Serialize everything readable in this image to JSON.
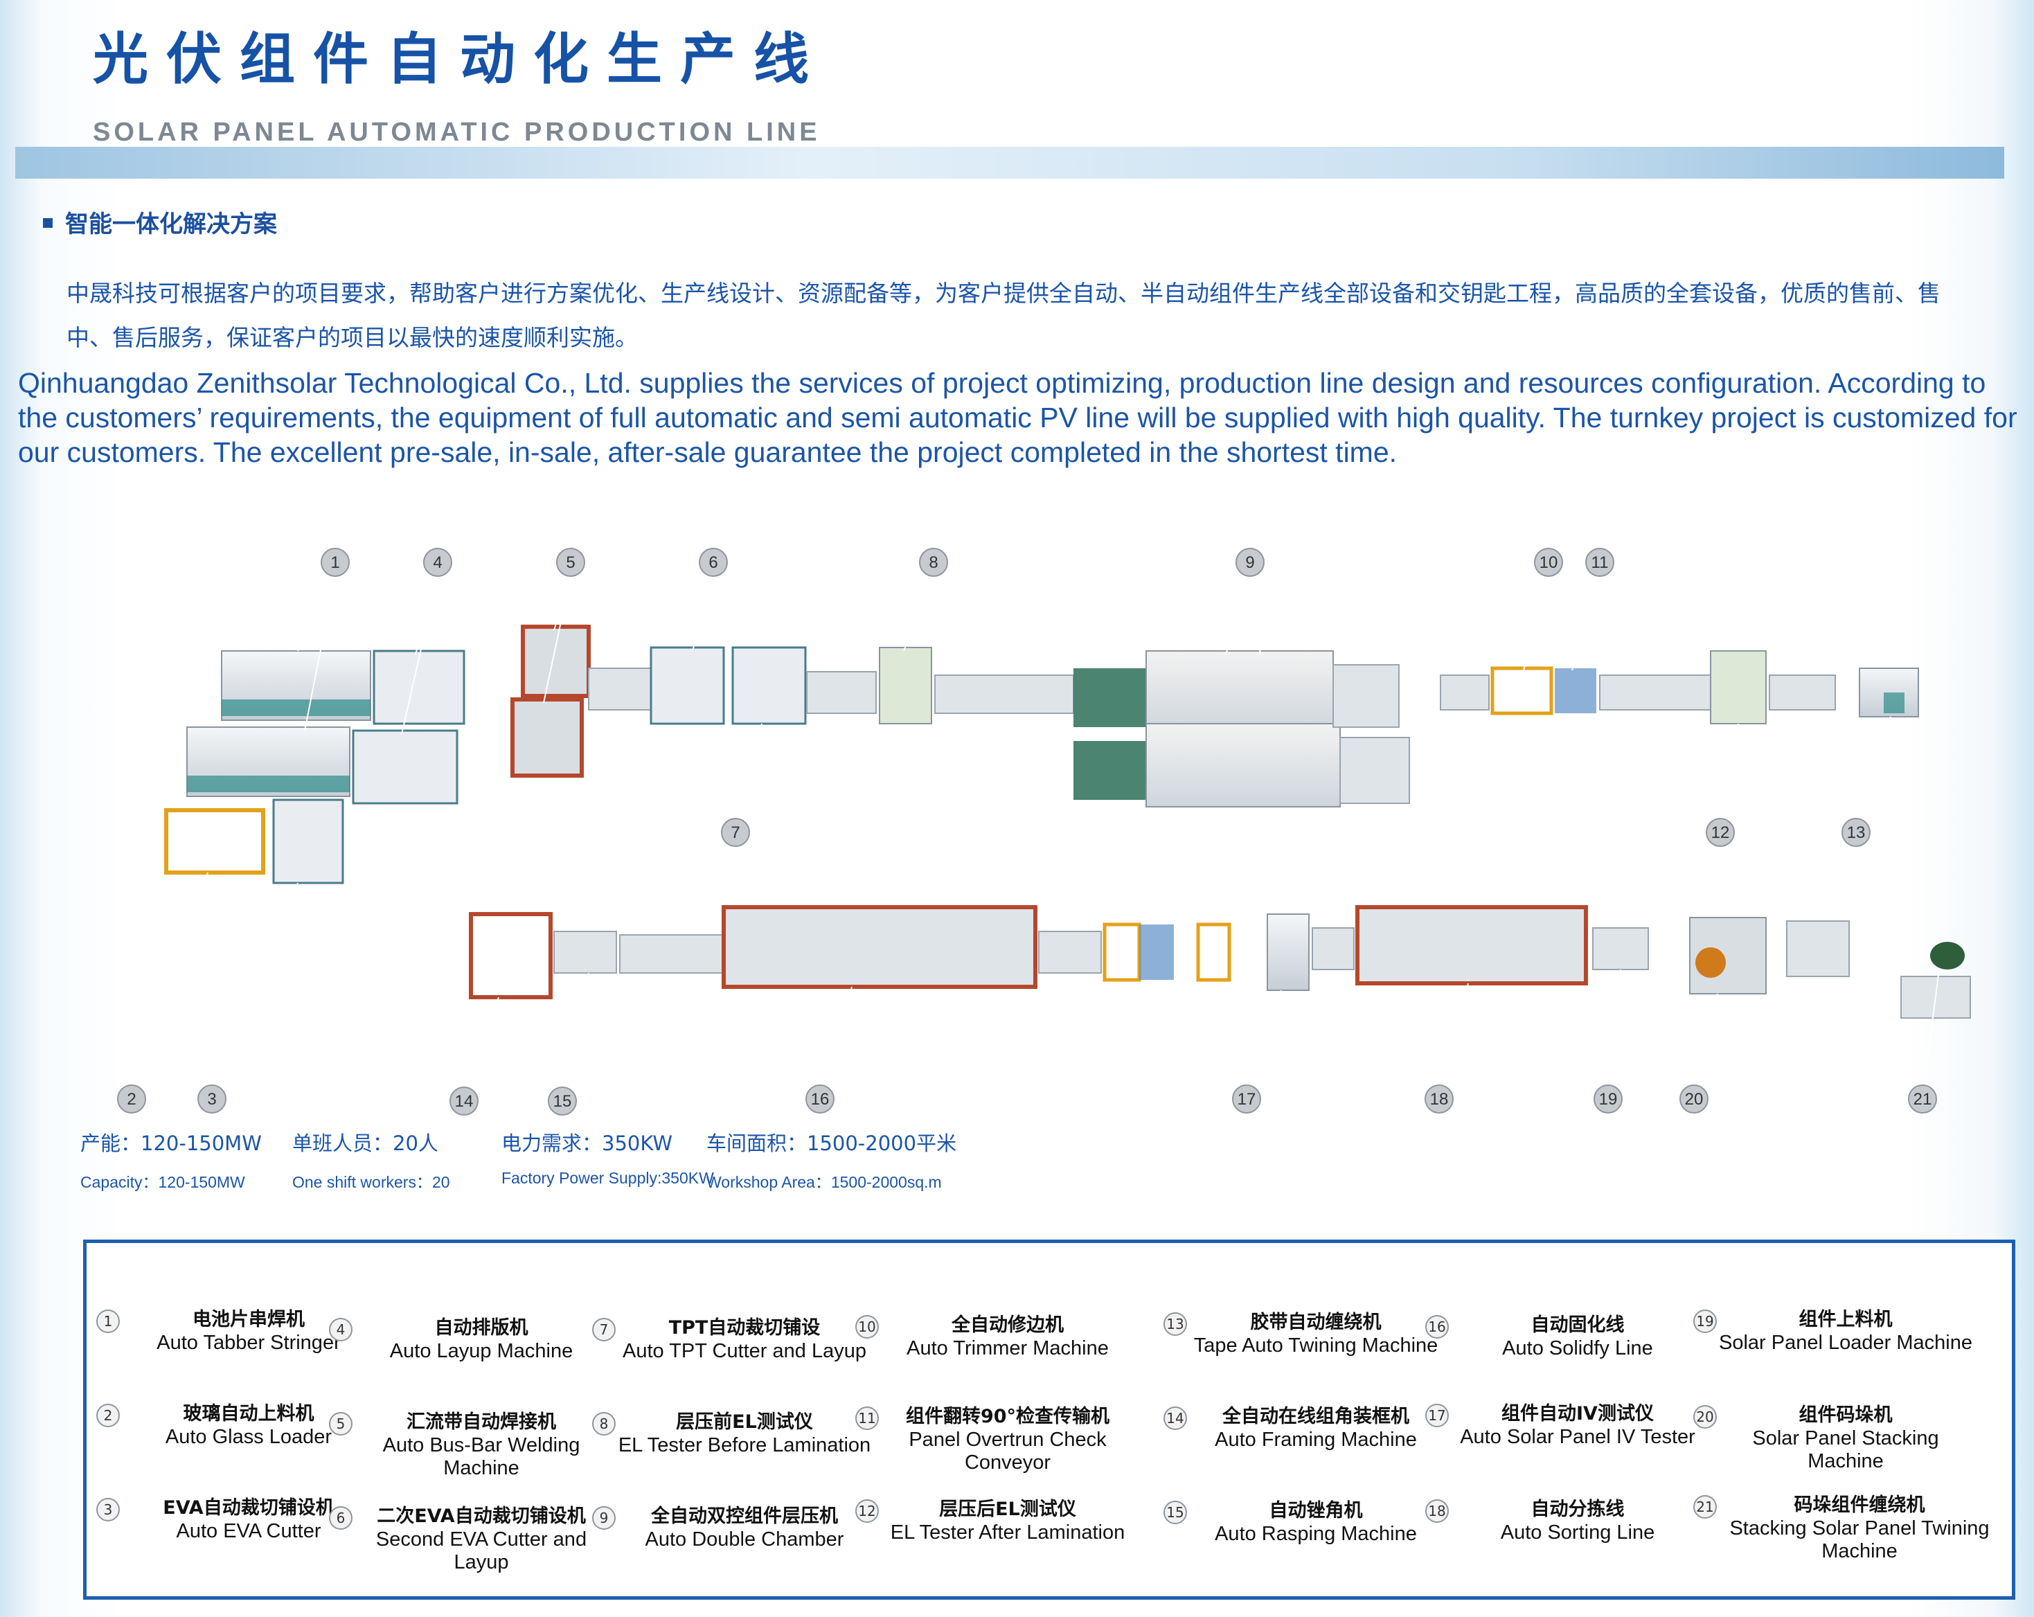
{
  "header": {
    "title_cn": "光伏组件自动化生产线",
    "title_en": "SOLAR PANEL AUTOMATIC PRODUCTION LINE"
  },
  "section": {
    "heading": "智能一体化解决方案",
    "paragraph_cn": "中晟科技可根据客户的项目要求，帮助客户进行方案优化、生产线设计、资源配备等，为客户提供全自动、半自动组件生产线全部设备和交钥匙工程，高品质的全套设备，优质的售前、售中、售后服务，保证客户的项目以最快的速度顺利实施。",
    "paragraph_en": "Qinhuangdao Zenithsolar Technological Co., Ltd. supplies the services of project optimizing, production line design and resources configuration. According to the customers’ requirements, the equipment of full automatic and semi automatic PV line will be supplied with high quality. The turnkey project is customized for our customers. The excellent pre-sale, in-sale, after-sale guarantee the project completed in the shortest time."
  },
  "diagram": {
    "callouts_top": [
      "1",
      "4",
      "5",
      "6",
      "8",
      "9",
      "10",
      "11"
    ],
    "callouts_mid": [
      "7",
      "12",
      "13"
    ],
    "callouts_bottom": [
      "2",
      "3",
      "14",
      "15",
      "16",
      "17",
      "18",
      "19",
      "20",
      "21"
    ]
  },
  "specs": [
    {
      "cn": "产能：120-150MW",
      "en": "Capacity：120-150MW"
    },
    {
      "cn": "单班人员：20人",
      "en": "One shift workers：20"
    },
    {
      "cn": "电力需求：350KW",
      "en": "Factory Power Supply:350KW"
    },
    {
      "cn": "车间面积：1500-2000平米",
      "en": "Workshop Area：1500-2000sq.m"
    }
  ],
  "legend": [
    {
      "num": "1",
      "cn": "电池片串焊机",
      "en": "Auto Tabber Stringer"
    },
    {
      "num": "2",
      "cn": "玻璃自动上料机",
      "en": "Auto Glass Loader"
    },
    {
      "num": "3",
      "cn": "EVA自动裁切铺设机",
      "en": "Auto EVA Cutter"
    },
    {
      "num": "4",
      "cn": "自动排版机",
      "en": "Auto Layup Machine"
    },
    {
      "num": "5",
      "cn": "汇流带自动焊接机",
      "en": "Auto Bus-Bar Welding Machine"
    },
    {
      "num": "6",
      "cn": "二次EVA自动裁切铺设机",
      "en": "Second EVA Cutter and Layup"
    },
    {
      "num": "7",
      "cn": "TPT自动裁切铺设",
      "en": "Auto TPT Cutter and Layup"
    },
    {
      "num": "8",
      "cn": "层压前EL测试仪",
      "en": "EL Tester Before Lamination"
    },
    {
      "num": "9",
      "cn": "全自动双控组件层压机",
      "en": "Auto Double Chamber"
    },
    {
      "num": "10",
      "cn": "全自动修边机",
      "en": "Auto Trimmer Machine"
    },
    {
      "num": "11",
      "cn": "组件翻转90°检查传输机",
      "en": "Panel Overtrun Check Conveyor"
    },
    {
      "num": "12",
      "cn": "层压后EL测试仪",
      "en": "EL Tester After Lamination"
    },
    {
      "num": "13",
      "cn": "胶带自动缠绕机",
      "en": "Tape Auto Twining Machine"
    },
    {
      "num": "14",
      "cn": "全自动在线组角装框机",
      "en": "Auto Framing Machine"
    },
    {
      "num": "15",
      "cn": "自动锉角机",
      "en": "Auto Rasping Machine"
    },
    {
      "num": "16",
      "cn": "自动固化线",
      "en": "Auto Solidfy Line"
    },
    {
      "num": "17",
      "cn": "组件自动IV测试仪",
      "en": "Auto Solar Panel IV Tester"
    },
    {
      "num": "18",
      "cn": "自动分拣线",
      "en": "Auto Sorting Line"
    },
    {
      "num": "19",
      "cn": "组件上料机",
      "en": "Solar Panel Loader Machine"
    },
    {
      "num": "20",
      "cn": "组件码垛机",
      "en": "Solar Panel Stacking Machine"
    },
    {
      "num": "21",
      "cn": "码垛组件缠绕机",
      "en": "Stacking Solar Panel Twining Machine"
    }
  ]
}
